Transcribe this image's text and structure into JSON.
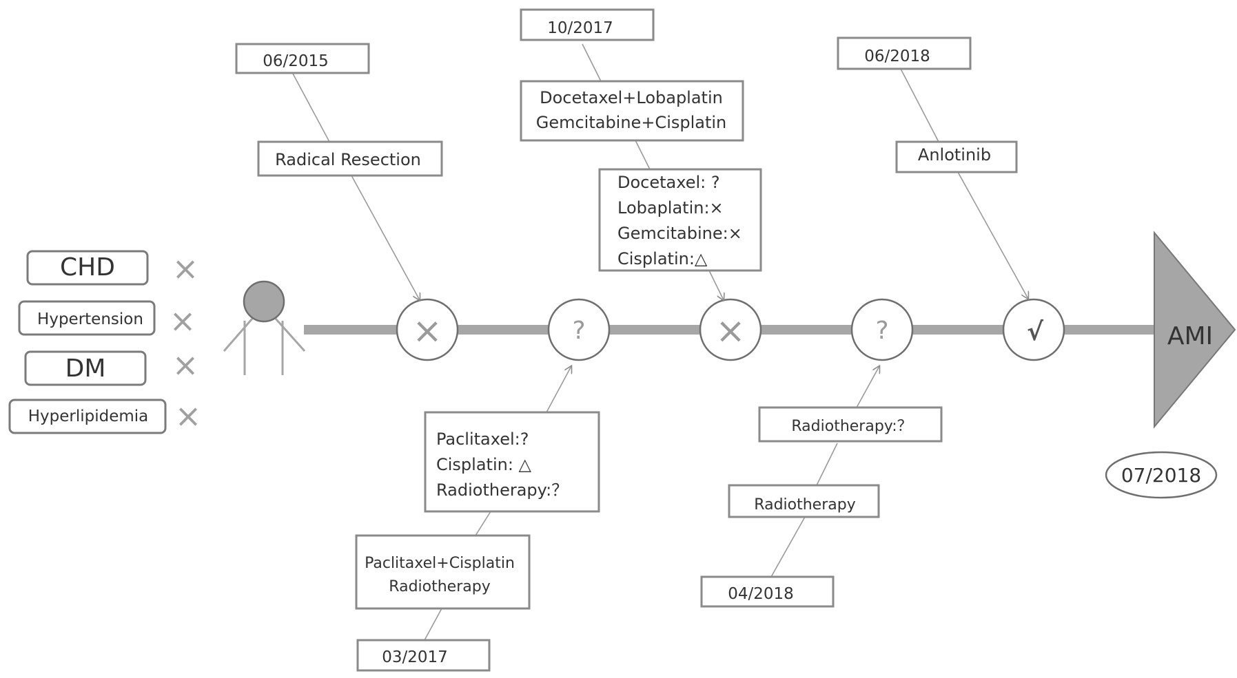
{
  "risk_factors": [
    {
      "label": "CHD",
      "status": "×"
    },
    {
      "label": "Hypertension",
      "status": "×"
    },
    {
      "label": "DM",
      "status": "×"
    },
    {
      "label": "Hyperlipidemia",
      "status": "×"
    }
  ],
  "timeline": {
    "nodes": [
      {
        "symbol": "×"
      },
      {
        "symbol": "?"
      },
      {
        "symbol": "×"
      },
      {
        "symbol": "?"
      },
      {
        "symbol": "√"
      }
    ],
    "endpoint": {
      "label": "AMI",
      "date": "07/2018"
    }
  },
  "events": {
    "e1": {
      "date": "06/2015",
      "treatment": [
        "Radical Resection"
      ]
    },
    "e2": {
      "date": "03/2017",
      "treatment": [
        "Paclitaxel+Cisplatin",
        "Radiotherapy"
      ],
      "response": [
        "Paclitaxel:?",
        "Cisplatin: △",
        "Radiotherapy:？"
      ]
    },
    "e3": {
      "date": "10/2017",
      "treatment": [
        "Docetaxel+Lobaplatin",
        "Gemcitabine+Cisplatin"
      ],
      "response": [
        "Docetaxel: ?",
        "Lobaplatin:×",
        "Gemcitabine:×",
        "Cisplatin:△"
      ]
    },
    "e4": {
      "date": "04/2018",
      "treatment": [
        "Radiotherapy"
      ],
      "response": [
        "Radiotherapy:？"
      ]
    },
    "e5": {
      "date": "06/2018",
      "treatment": [
        "Anlotinib"
      ]
    }
  },
  "colors": {
    "axis": "#a6a6a6",
    "arrow": "#a6a6a6",
    "person_head": "#a6a6a6",
    "box_border": "#8a8a8a"
  }
}
